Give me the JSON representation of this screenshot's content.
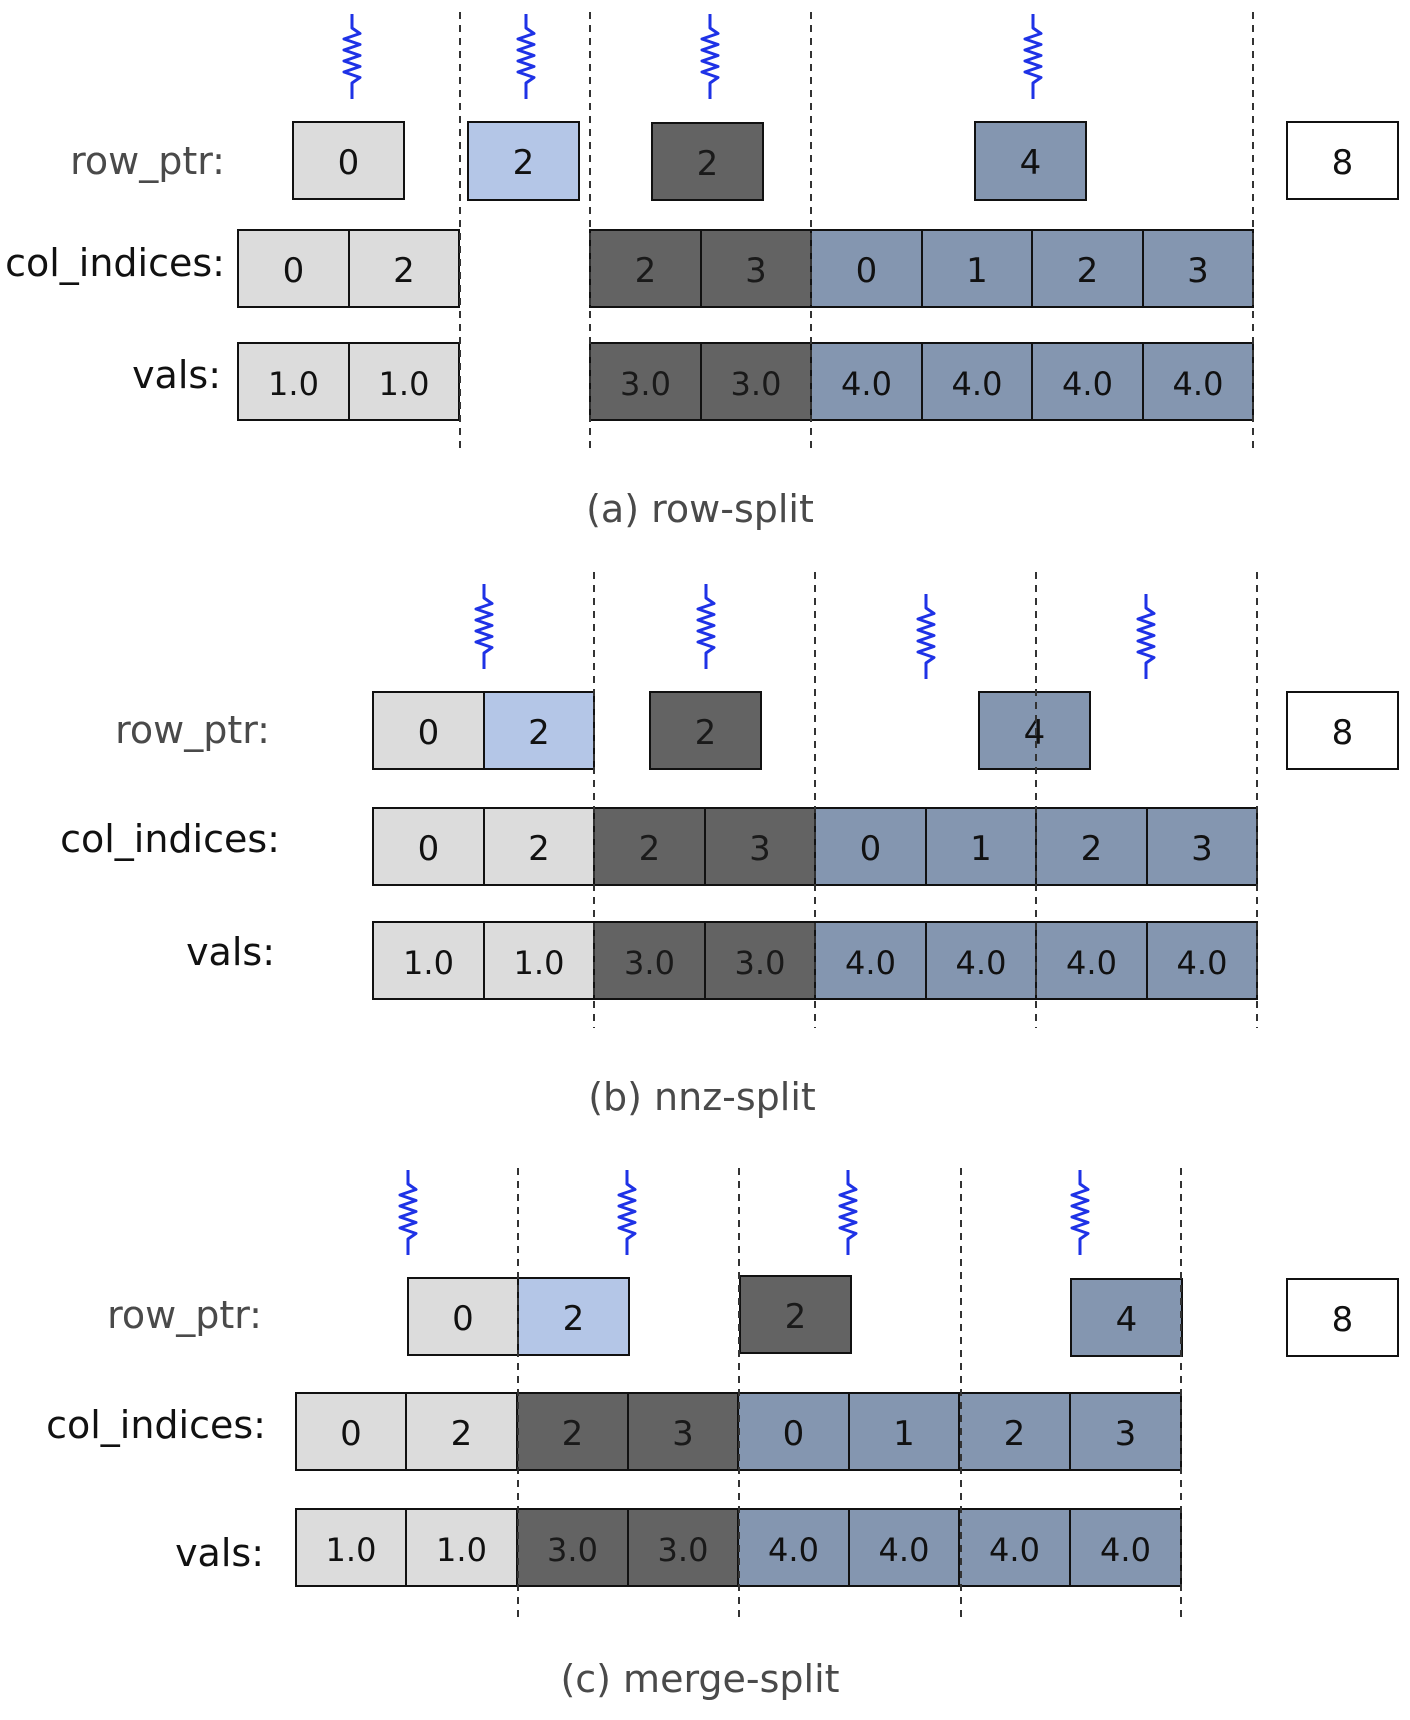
{
  "colors": {
    "light": "#dcdcdc",
    "blue": "#b4c6e7",
    "dark": "#636363",
    "slate": "#8496b0",
    "white": "#ffffff",
    "thread": "#1e32e6",
    "divider": "#333333"
  },
  "icons": {
    "thread": "zigzag-thread-icon"
  },
  "labels": {
    "row_ptr": "row_ptr:",
    "col_indices": "col_indices:",
    "vals": "vals:"
  },
  "panels": [
    {
      "id": "a",
      "caption": "(a) row-split",
      "row_ptr": [
        {
          "text": "0",
          "color": "light"
        },
        {
          "text": "2",
          "color": "blue"
        },
        {
          "text": "2",
          "color": "dark"
        },
        {
          "text": "4",
          "color": "slate"
        },
        {
          "text": "8",
          "color": "white"
        }
      ],
      "col_indices": [
        {
          "text": "0",
          "color": "light"
        },
        {
          "text": "2",
          "color": "light"
        },
        {
          "text": "2",
          "color": "dark"
        },
        {
          "text": "3",
          "color": "dark"
        },
        {
          "text": "0",
          "color": "slate"
        },
        {
          "text": "1",
          "color": "slate"
        },
        {
          "text": "2",
          "color": "slate"
        },
        {
          "text": "3",
          "color": "slate"
        }
      ],
      "vals": [
        {
          "text": "1.0",
          "color": "light"
        },
        {
          "text": "1.0",
          "color": "light"
        },
        {
          "text": "3.0",
          "color": "dark"
        },
        {
          "text": "3.0",
          "color": "dark"
        },
        {
          "text": "4.0",
          "color": "slate"
        },
        {
          "text": "4.0",
          "color": "slate"
        },
        {
          "text": "4.0",
          "color": "slate"
        },
        {
          "text": "4.0",
          "color": "slate"
        }
      ]
    },
    {
      "id": "b",
      "caption": "(b) nnz-split",
      "row_ptr": [
        {
          "text": "0",
          "color": "light"
        },
        {
          "text": "2",
          "color": "blue"
        },
        {
          "text": "2",
          "color": "dark"
        },
        {
          "text": "4",
          "color": "slate"
        },
        {
          "text": "8",
          "color": "white"
        }
      ],
      "col_indices": [
        {
          "text": "0",
          "color": "light"
        },
        {
          "text": "2",
          "color": "light"
        },
        {
          "text": "2",
          "color": "dark"
        },
        {
          "text": "3",
          "color": "dark"
        },
        {
          "text": "0",
          "color": "slate"
        },
        {
          "text": "1",
          "color": "slate"
        },
        {
          "text": "2",
          "color": "slate"
        },
        {
          "text": "3",
          "color": "slate"
        }
      ],
      "vals": [
        {
          "text": "1.0",
          "color": "light"
        },
        {
          "text": "1.0",
          "color": "light"
        },
        {
          "text": "3.0",
          "color": "dark"
        },
        {
          "text": "3.0",
          "color": "dark"
        },
        {
          "text": "4.0",
          "color": "slate"
        },
        {
          "text": "4.0",
          "color": "slate"
        },
        {
          "text": "4.0",
          "color": "slate"
        },
        {
          "text": "4.0",
          "color": "slate"
        }
      ]
    },
    {
      "id": "c",
      "caption": "(c) merge-split",
      "row_ptr": [
        {
          "text": "0",
          "color": "light"
        },
        {
          "text": "2",
          "color": "blue"
        },
        {
          "text": "2",
          "color": "dark"
        },
        {
          "text": "4",
          "color": "slate"
        },
        {
          "text": "8",
          "color": "white"
        }
      ],
      "col_indices": [
        {
          "text": "0",
          "color": "light"
        },
        {
          "text": "2",
          "color": "light"
        },
        {
          "text": "2",
          "color": "dark"
        },
        {
          "text": "3",
          "color": "dark"
        },
        {
          "text": "0",
          "color": "slate"
        },
        {
          "text": "1",
          "color": "slate"
        },
        {
          "text": "2",
          "color": "slate"
        },
        {
          "text": "3",
          "color": "slate"
        }
      ],
      "vals": [
        {
          "text": "1.0",
          "color": "light"
        },
        {
          "text": "1.0",
          "color": "light"
        },
        {
          "text": "3.0",
          "color": "dark"
        },
        {
          "text": "3.0",
          "color": "dark"
        },
        {
          "text": "4.0",
          "color": "slate"
        },
        {
          "text": "4.0",
          "color": "slate"
        },
        {
          "text": "4.0",
          "color": "slate"
        },
        {
          "text": "4.0",
          "color": "slate"
        }
      ]
    }
  ]
}
